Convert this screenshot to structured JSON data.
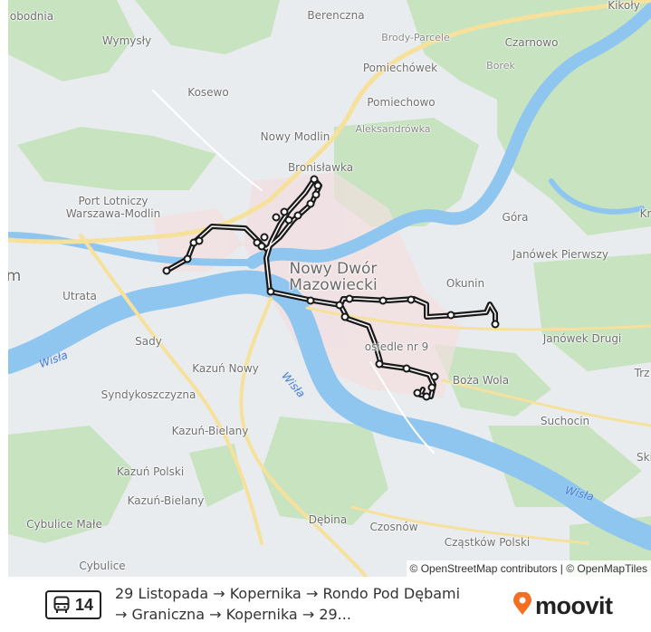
{
  "map": {
    "labels": {
      "slobodnia": "obodnia",
      "berencizna": "Berenczna",
      "kikoly": "Kikoły",
      "brody_parcele": "Brody-Parcele",
      "czarnowo": "Czarnowo",
      "wymysly": "Wymysły",
      "pomiechowek": "Pomiechówek",
      "borek": "Borek",
      "kosewo": "Kosewo",
      "pomiechowo": "Pomiechowo",
      "aleksandrowka": "Aleksandrówka",
      "nowy_modlin": "Nowy Modlin",
      "bronislawka": "Bronisławka",
      "port_lotniczy": "Port Lotniczy\nWarszawa-Modlin",
      "gora": "Góra",
      "kr": "Kr",
      "janowek_pierwszy": "Janówek Pierwszy",
      "nowy_dwor": "Nowy Dwór\nMazowiecki",
      "m_edge": "m",
      "utrata": "Utrata",
      "okunin": "Okunin",
      "janowek_drugi": "Janówek Drugi",
      "osiedle": "osiedle nr 9",
      "sady": "Sady",
      "wisla_1": "Wisła",
      "kazun_nowy": "Kazuń Nowy",
      "wisla_2": "Wisła",
      "boza_wola": "Boża Wola",
      "trz": "Trz",
      "syndykoszczyzna": "Syndykoszczyzna",
      "suchocin": "Suchocin",
      "kazun_bielany_1": "Kazuń-Bielany",
      "ski": "Ski",
      "kazun_polski": "Kazuń Polski",
      "wisla_3": "Wisła",
      "kazun_bielany_2": "Kazuń-Bielany",
      "debina": "Dębina",
      "czosnow": "Czosnów",
      "cybulice_male": "Cybulice Małe",
      "czastkow_polski": "Cząstków Polski",
      "cybulice": "Cybulice"
    },
    "attribution": "© OpenStreetMap contributors | © OpenMapTiles",
    "colors": {
      "land": "#e9ecee",
      "forest": "#c7e3c0",
      "water": "#a9d3f5",
      "river": "#7ec0ef",
      "road": "#fbe8a3",
      "route": "#1a1a1a"
    }
  },
  "footer": {
    "route_number": "14",
    "route_icon": "bus-icon",
    "description": "29 Listopada → Kopernika → Rondo Pod Dębami → Graniczna → Kopernika → 29...",
    "brand": "moovit",
    "brand_icon": "moovit-pin-icon",
    "brand_color": "#f36f21"
  }
}
